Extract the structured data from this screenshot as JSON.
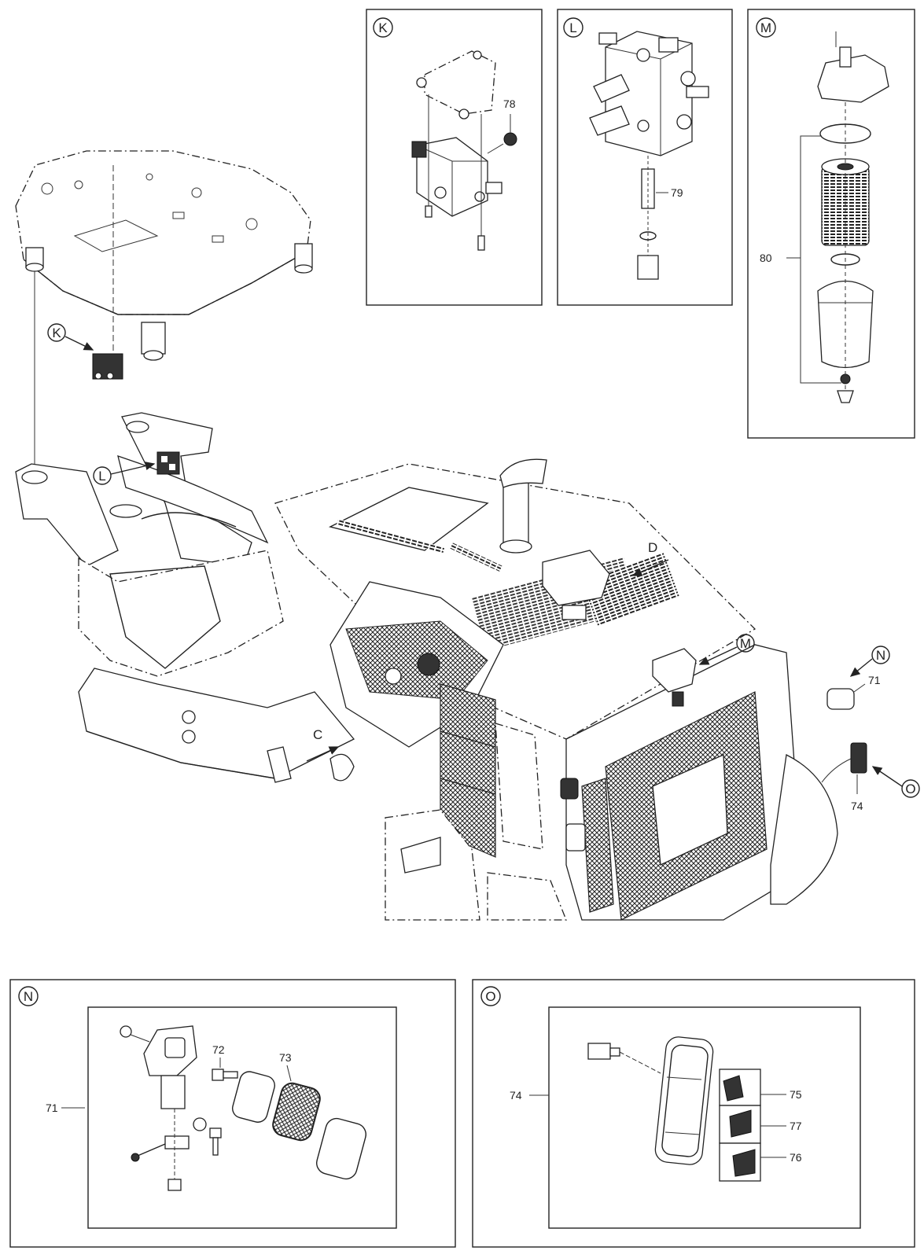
{
  "panels": {
    "K": {
      "letter": "K",
      "parts": [
        "78"
      ]
    },
    "L": {
      "letter": "L",
      "parts": [
        "79"
      ]
    },
    "M": {
      "letter": "M",
      "parts": [
        "80"
      ]
    },
    "N": {
      "letter": "N",
      "parts": [
        "71",
        "72",
        "73"
      ]
    },
    "O": {
      "letter": "O",
      "parts": [
        "74",
        "75",
        "77",
        "76"
      ]
    }
  },
  "main": {
    "callouts": [
      "K",
      "L",
      "M",
      "N",
      "O"
    ],
    "view_arrows": [
      "C",
      "D"
    ],
    "part_labels": [
      "71",
      "74"
    ]
  }
}
